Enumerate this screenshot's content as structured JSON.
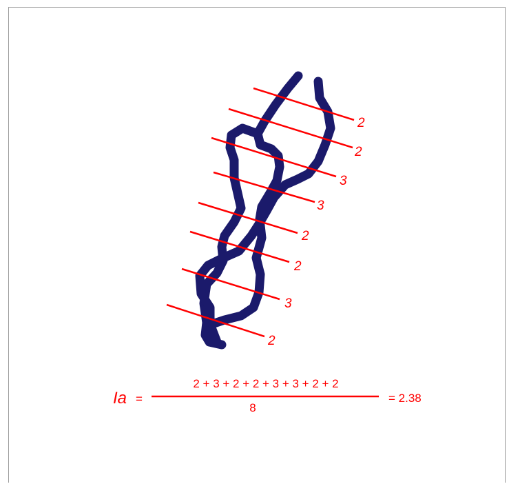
{
  "colors": {
    "strand": "#1b1a6b",
    "measure": "#ff0000",
    "frame": "#9a9a9a",
    "background": "#ffffff"
  },
  "crossings": [
    "2",
    "2",
    "3",
    "3",
    "2",
    "2",
    "3",
    "2"
  ],
  "formula": {
    "symbol": "Ia",
    "equals": "=",
    "numerator": "2 + 3 + 2 + 2 + 3 + 3 + 2 + 2",
    "denominator": "8",
    "result": "= 2.38"
  }
}
